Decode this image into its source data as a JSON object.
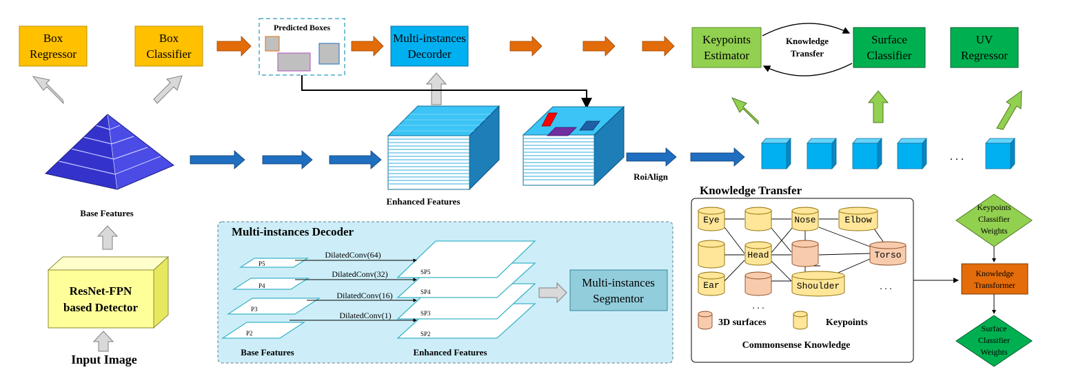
{
  "labels": {
    "box_regressor": [
      "Box",
      "Regressor"
    ],
    "box_classifier": [
      "Box",
      "Classifier"
    ],
    "predicted_boxes": "Predicted Boxes",
    "mi_decoder": [
      "Multi-instances",
      "Decorder"
    ],
    "keypoints_estimator": [
      "Keypoints",
      "Estimator"
    ],
    "knowledge_transfer_top": [
      "Knowledge",
      "Transfer"
    ],
    "surface_classifier": [
      "Surface",
      "Classifier"
    ],
    "uv_regressor": [
      "UV",
      "Regressor"
    ],
    "base_features": "Base Features",
    "enhanced_features": "Enhanced Features",
    "roialign": "RoiAlign",
    "dots": ". . .",
    "detector": [
      "ResNet-FPN",
      "based Detector"
    ],
    "input_image": "Input Image",
    "decoder_panel_title": "Multi-instances Decoder",
    "dilated": [
      "DilatedConv(64)",
      "DilatedConv(32)",
      "DilatedConv(16)",
      "DilatedConv(1)"
    ],
    "p_levels": [
      "P5",
      "P4",
      "P3",
      "P2"
    ],
    "sp_levels": [
      "SP5",
      "SP4",
      "SP3",
      "SP2"
    ],
    "segmentor": [
      "Multi-instances",
      "Segmentor"
    ],
    "panel_base_features": "Base Features",
    "panel_enhanced_features": "Enhanced Features",
    "kt_title": "Knowledge Transfer",
    "kt_nodes": [
      "Eye",
      "Nose",
      "Elbow",
      "Head",
      "Torso",
      "Ear",
      "Shoulder"
    ],
    "legend_3d": "3D surfaces",
    "legend_kp": "Keypoints",
    "kt_caption": "Commonsense Knowledge",
    "kp_weights": [
      "Keypoints",
      "Classifier",
      "Weights"
    ],
    "k_transformer": [
      "Knowledge",
      "Transformer"
    ],
    "sf_weights": [
      "Surface",
      "Classifier",
      "Weights"
    ]
  },
  "colors": {
    "orange_box": "#FFC000",
    "blue_box": "#00B0F0",
    "green_light": "#92D050",
    "green_dark": "#00B050",
    "orange_arrow": "#E36C0A",
    "blue_arrow": "#1F6EBF",
    "gray_arrow": "#D9D9D9",
    "yellow_detector": "#FFFF99",
    "panel_bg": "#CDEEF8",
    "cyl_yellow": "#FFE699",
    "cyl_pink": "#F8CBAD",
    "transformer": "#E46C0A"
  }
}
